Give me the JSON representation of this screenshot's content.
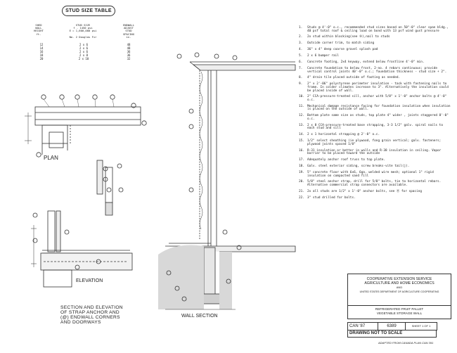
{
  "stud_table": {
    "title": "STUD SIZE TABLE",
    "headers": [
      "SHED\nWALL\nHEIGHT\nft.",
      "STUD SIZE\nf - 1450 psi\nE = 1,600,000 psi\n\nNo. 2 Douglas Fir",
      "ENDWALL\nADJUST\nSTUD\nSPACING\nin."
    ],
    "rows": [
      [
        "12",
        "2 x 6",
        "48"
      ],
      [
        "14",
        "2 x 6",
        "48"
      ],
      [
        "16",
        "2 x 6",
        "36"
      ],
      [
        "18",
        "2 x 8",
        "36"
      ],
      [
        "20",
        "2 x 10",
        "32"
      ]
    ]
  },
  "notes": [
    {
      "n": "1.",
      "text": "Studs @ 4'-0\" o.c., recommended stud sizes based on 50\"-0\" clear span bldg., 40 psf total roof & ceiling load on bond with 13 psf wind gust pressure"
    },
    {
      "n": "2.",
      "text": "2x stud within blocking(see ⑨),nail to studs"
    },
    {
      "n": "3.",
      "text": "Outside corner trim, to match siding"
    },
    {
      "n": "4.",
      "text": "36\" x 4\" deep coarse gravel splash pad"
    },
    {
      "n": "5.",
      "text": "2 x 6 bumper rail"
    },
    {
      "n": "6.",
      "text": "Concrete footing, 2x4 keyway, extend below frostline 4'-0\" min."
    },
    {
      "n": "7.",
      "text": "Concrete foundation to below frost, 2-no. 4 rebars continuous; provide vertical control joints 40'-0\" o.c.; foundation thickness - stud size + 2\"."
    },
    {
      "n": "8.",
      "text": "4\" drain tile placed outside of footing as needed."
    },
    {
      "n": "9.",
      "text": "2\" x 2'-06\" polystyrene perimeter insulation - tack with fastening nails to frame. In colder climates increase to 3\". Alternatively the insulation could be placed inside of wall."
    },
    {
      "n": "10.",
      "text": "2\" CCA-pressure-treated sill, anchor with 5/8\" x 1'-0\" anchor bolts @ 4'-0\" o.c."
    },
    {
      "n": "11.",
      "text": "Mechanical damage resistance facing for foundation insulation when insulation is placed on the outside of wall."
    },
    {
      "n": "12.",
      "text": "Bottom plate same size as studs, top plate 4\" wider , joints staggered 8'-0\" o.c."
    },
    {
      "n": "13.",
      "text": "2 x 8 CCA-pressure-treated base strapping, 3-3 1/2\" galv. spiral nails to each stud and sill"
    },
    {
      "n": "14.",
      "text": "2 x 1 horizontal strapping @ 2'-0\" o.c."
    },
    {
      "n": "15.",
      "text": "1/2\" select sheathing (ie plywood, fong grain vertical; galv. fasteners; plywood joints spaced 1/8\""
    },
    {
      "n": "16.",
      "text": "R-31 insulation or better in walls and R-38 insulation in ceiling. Vapor barrier to be placed toward the outside"
    },
    {
      "n": "17.",
      "text": "Adequately anchor roof truss to top plate."
    },
    {
      "n": "18.",
      "text": "Galv. steel exterior siding, screw breaks-vite tail(j)."
    },
    {
      "n": "19.",
      "text": "5\" concrete floor with 6x6, 6ga. welded wire mesh; optional 1\" rigid insulation on compacted sand fill"
    },
    {
      "n": "20.",
      "text": "5/8\" steel anchor strap, drill for 5/8\" bolts, tie to horizontal rebars. Alternative commercial strap connectors are available."
    },
    {
      "n": "21.",
      "text": "2x all studs are 1/2\" x 1'-0\" anchor bolts, see ⑪ for spacing"
    },
    {
      "n": "22.",
      "text": "3\" stud drilled for bolts."
    }
  ],
  "drawings": {
    "plan_label": "PLAN",
    "elevation_label": "ELEVATION",
    "wall_section_label": "WALL SECTION",
    "section_caption": [
      "SECTION AND ELEVATION",
      "OF STRAP ANCHOR AND",
      "(@) ENDWALL CORNERS",
      "AND DOORWAYS"
    ]
  },
  "title_block": {
    "org_line1": "COOPERATIVE EXTENSION SERVICE",
    "org_line2": "AGRICULTURE AND HOME ECONOMICS",
    "and": "AND",
    "usda": "UNITED STATES DEPARTMENT OF AGRICULTURE COOPERATING",
    "plan_title_1": "REFRIGERATED FRUIT PALLET",
    "plan_title_2": "VEGETABLE STORAGE WALL",
    "can": "CAN '87",
    "plan_no": "6389",
    "sheet": "SHEET 1 OF 1",
    "scale": "DRAWING NOT TO SCALE",
    "adapted": "ADAPTED FROM CANADA PLAN CAN 391"
  }
}
